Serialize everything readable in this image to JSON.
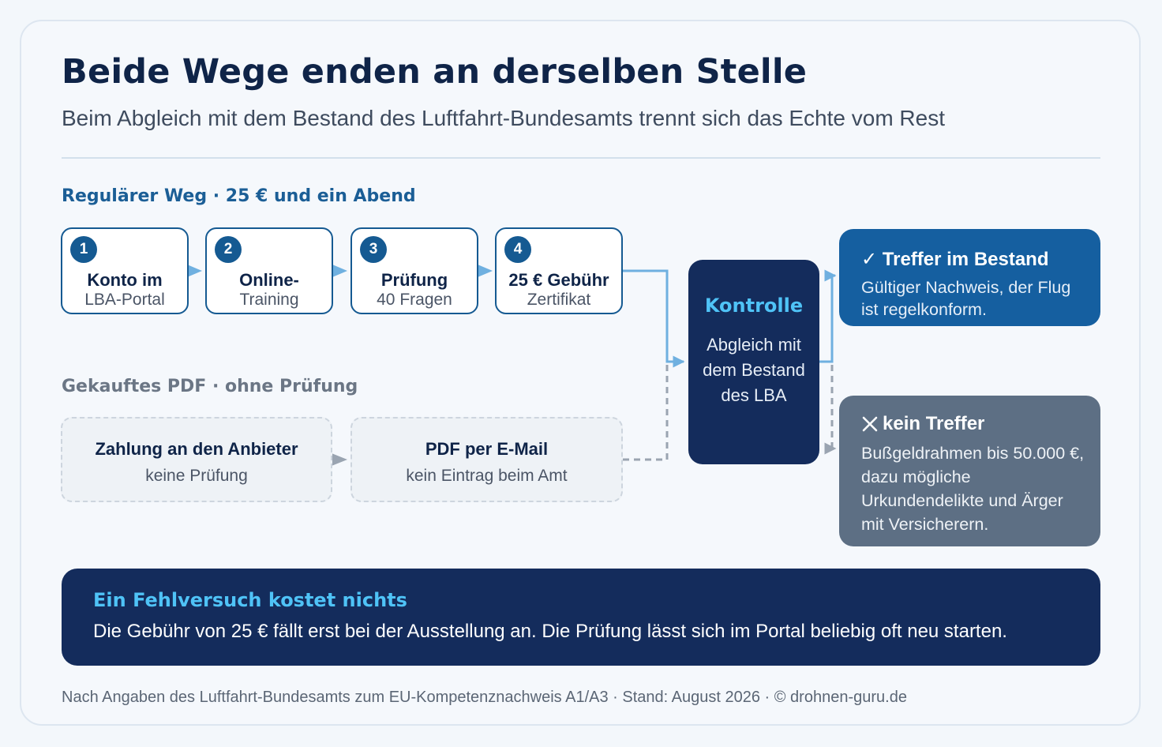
{
  "header": {
    "title": "Beide Wege enden an derselben Stelle",
    "subtitle": "Beim Abgleich mit dem Bestand des Luftfahrt-Bundesamts trennt sich das Echte vom Rest"
  },
  "regular_path": {
    "label": "Regulärer Weg · 25 € und ein Abend",
    "steps": [
      {
        "number": "1",
        "title": "Konto im",
        "detail": "LBA-Portal"
      },
      {
        "number": "2",
        "title": "Online-",
        "detail": "Training"
      },
      {
        "number": "3",
        "title": "Prüfung",
        "detail": "40 Fragen"
      },
      {
        "number": "4",
        "title": "25 € Gebühr",
        "detail": "Zertifikat"
      }
    ]
  },
  "pdf_path": {
    "label": "Gekauftes PDF · ohne Prüfung",
    "steps": [
      {
        "title": "Zahlung an den Anbieter",
        "detail": "keine Prüfung"
      },
      {
        "title": "PDF per E-Mail",
        "detail": "kein Eintrag beim Amt"
      }
    ]
  },
  "check": {
    "title": "Kontrolle",
    "description": "Abgleich mit dem Bestand des LBA"
  },
  "outcomes": {
    "match": {
      "title": "✓ Treffer im Bestand",
      "description": "Gültiger Nachweis, der Flug ist regelkonform."
    },
    "no_match": {
      "icon": "close-icon",
      "title": "kein Treffer",
      "description": "Bußgeldrahmen bis 50.000 €, dazu mögliche Urkundendelikte und Ärger mit Versicherern."
    }
  },
  "note": {
    "title": "Ein Fehlversuch kostet nichts",
    "text": "Die Gebühr von 25 € fällt erst bei der Ausstellung an. Die Prüfung lässt sich im Portal beliebig oft neu starten."
  },
  "footer": {
    "source": "Nach Angaben des Luftfahrt-Bundesamts zum EU-Kompetenznachweis A1/A3 · Stand: August 2026 · © drohnen-guru.de"
  },
  "colors": {
    "accent_dark": "#142c5c",
    "accent_blue": "#155fa0",
    "accent_cyan": "#4fc3f7",
    "connector_regular": "#6fb0e0",
    "connector_pdf": "#9aa4b1",
    "miss_gray": "#5d6f84"
  }
}
